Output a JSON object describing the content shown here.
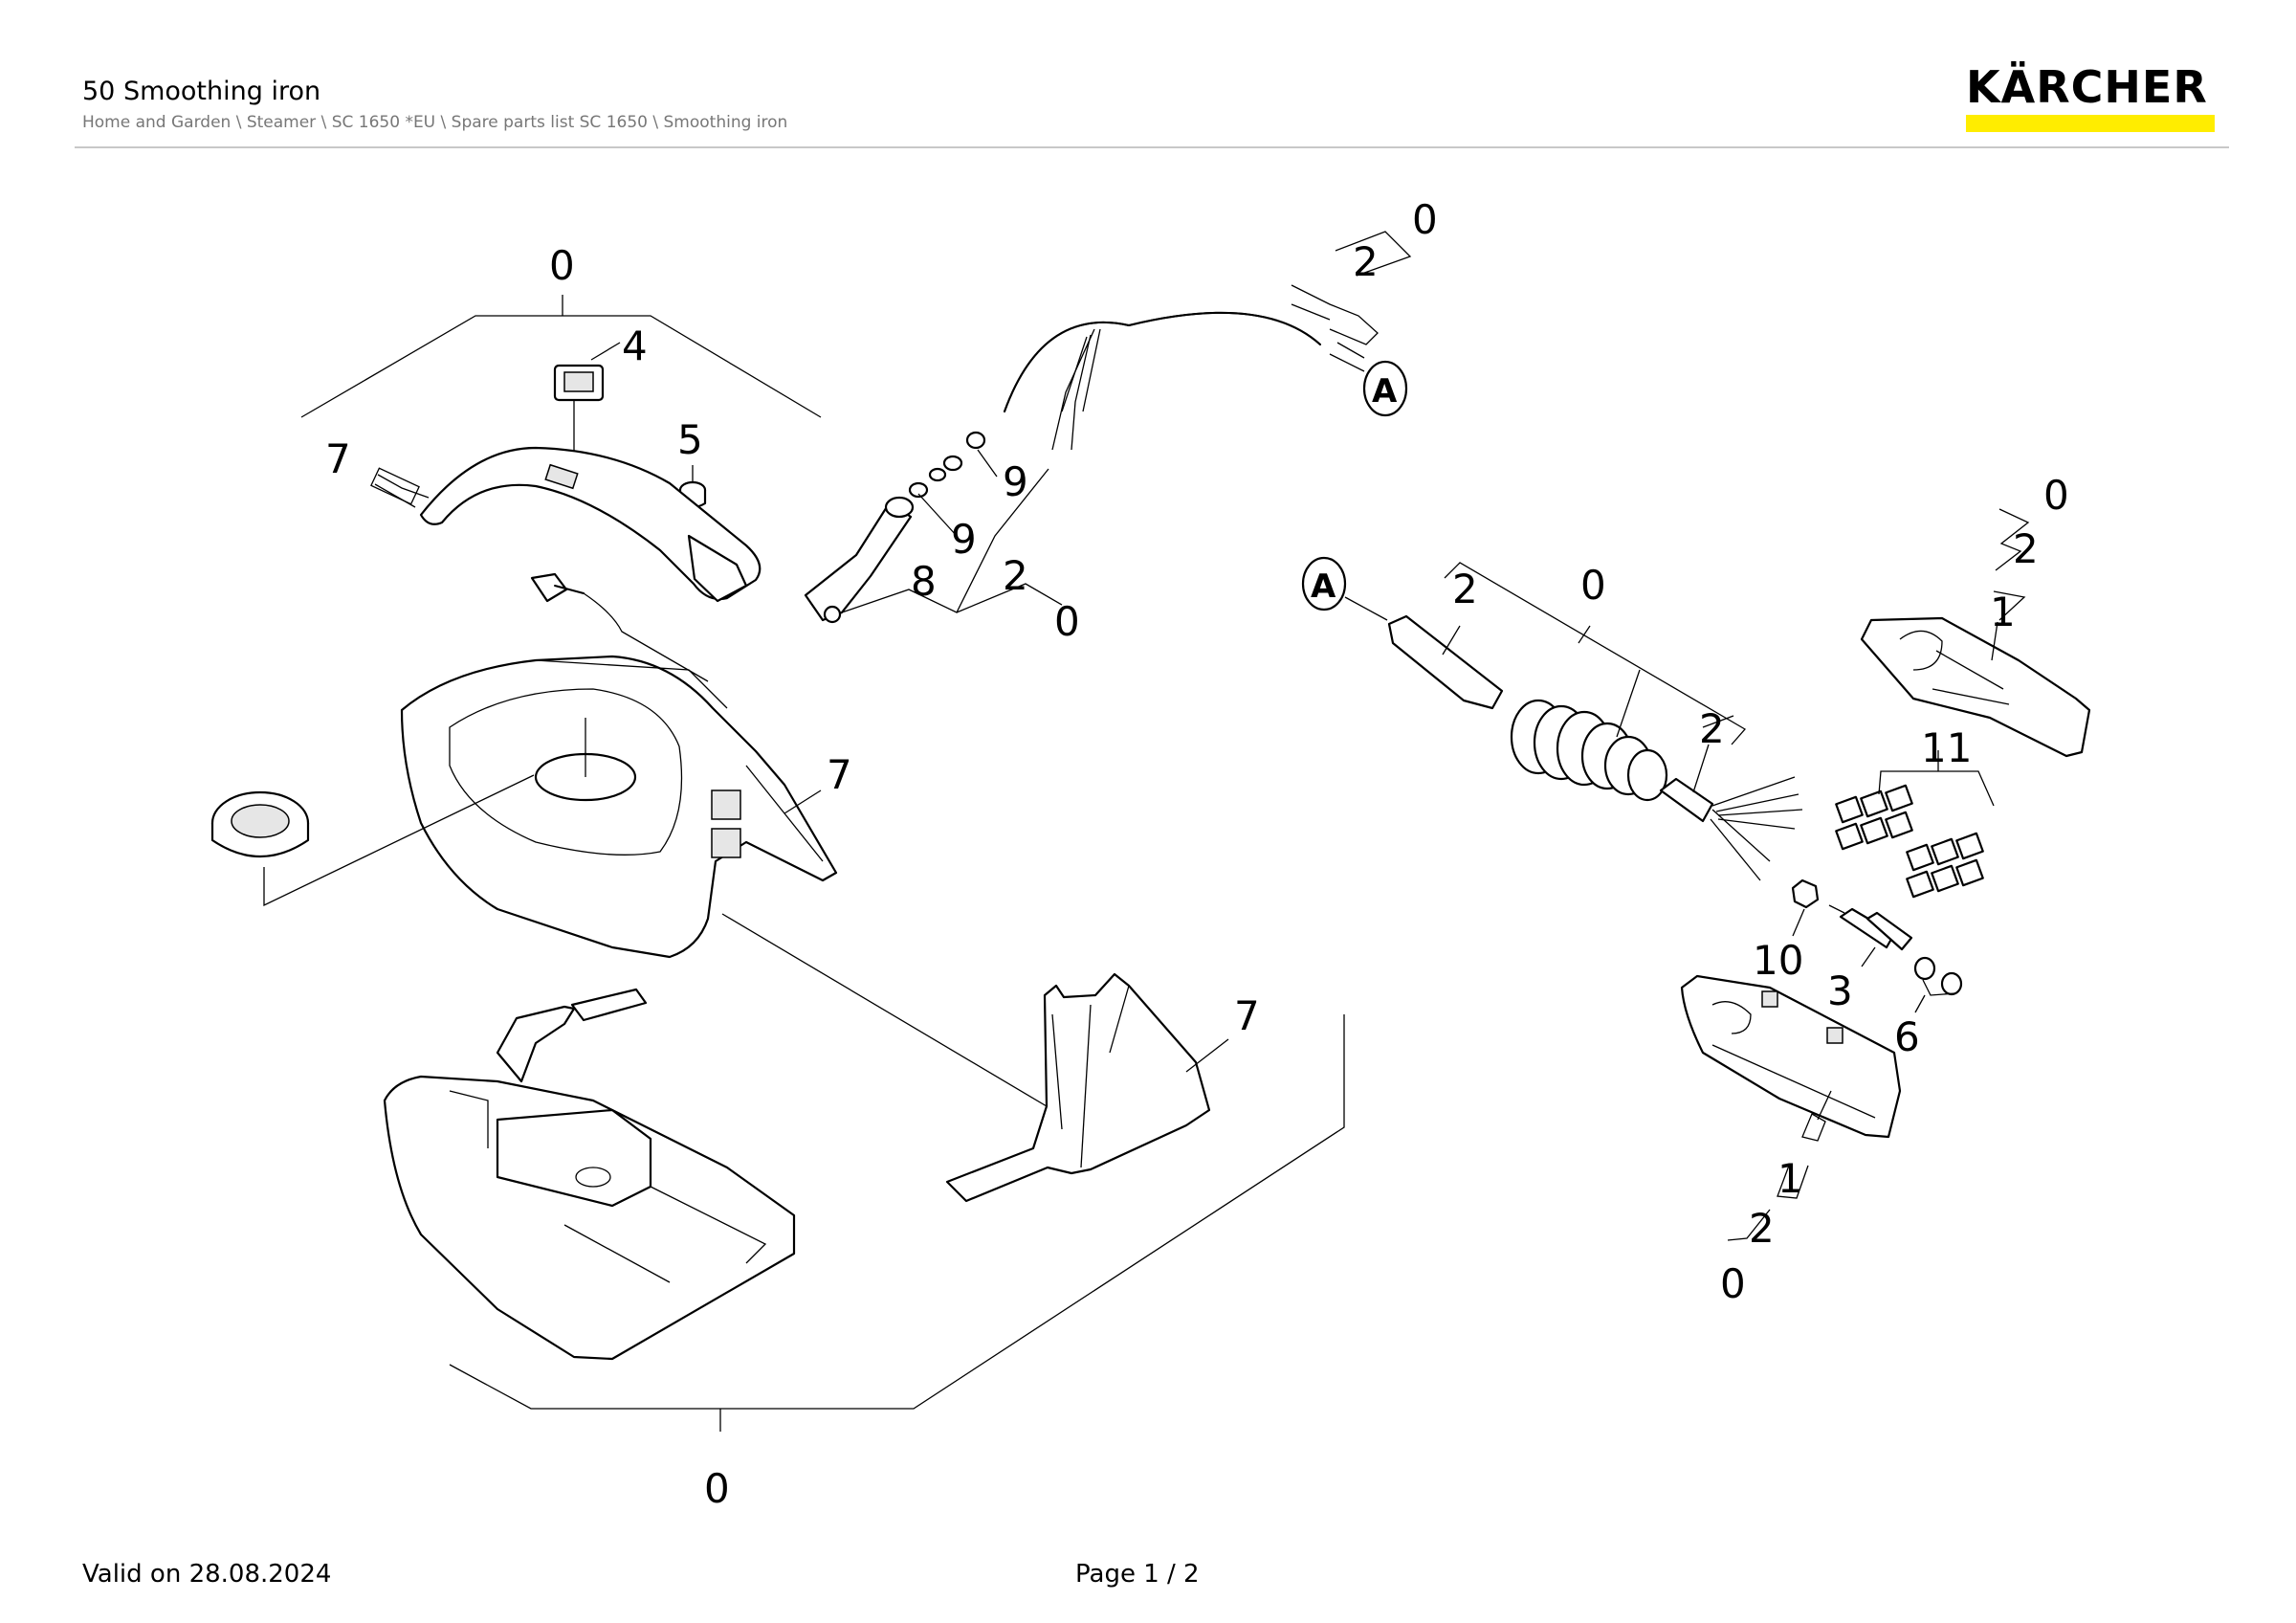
{
  "header": {
    "title": "50 Smoothing iron",
    "breadcrumb": "Home and Garden \\ Steamer \\ SC 1650 *EU \\ Spare parts list SC 1650 \\ Smoothing iron"
  },
  "brand": {
    "logo_text": "KÄRCHER",
    "accent_color": "#ffed00"
  },
  "footer": {
    "valid": "Valid on 28.08.2024",
    "page": "Page 1 / 2"
  },
  "callouts": {
    "handle_group": "0",
    "switch": "4",
    "knob_cap": "5",
    "handle_cover": "7",
    "housing_cover": "7",
    "bracket": "7",
    "base_group": "0",
    "hose_top_2": "2",
    "hose_top_0": "0",
    "hose_top_marker": "A",
    "nozzle_9a": "9",
    "nozzle_9b": "9",
    "nozzle_8": "8",
    "nozzle_2": "2",
    "nozzle_0": "0",
    "right_marker": "A",
    "sleeve_2": "2",
    "sleeve_group": "0",
    "cable_2": "2",
    "cover_top_0": "0",
    "cover_top_2": "2",
    "cover_top_1": "1",
    "terminal": "11",
    "nut": "10",
    "valve": "3",
    "ring": "6",
    "cover_bot_1": "1",
    "cover_bot_2": "2",
    "cover_bot_0": "0"
  }
}
